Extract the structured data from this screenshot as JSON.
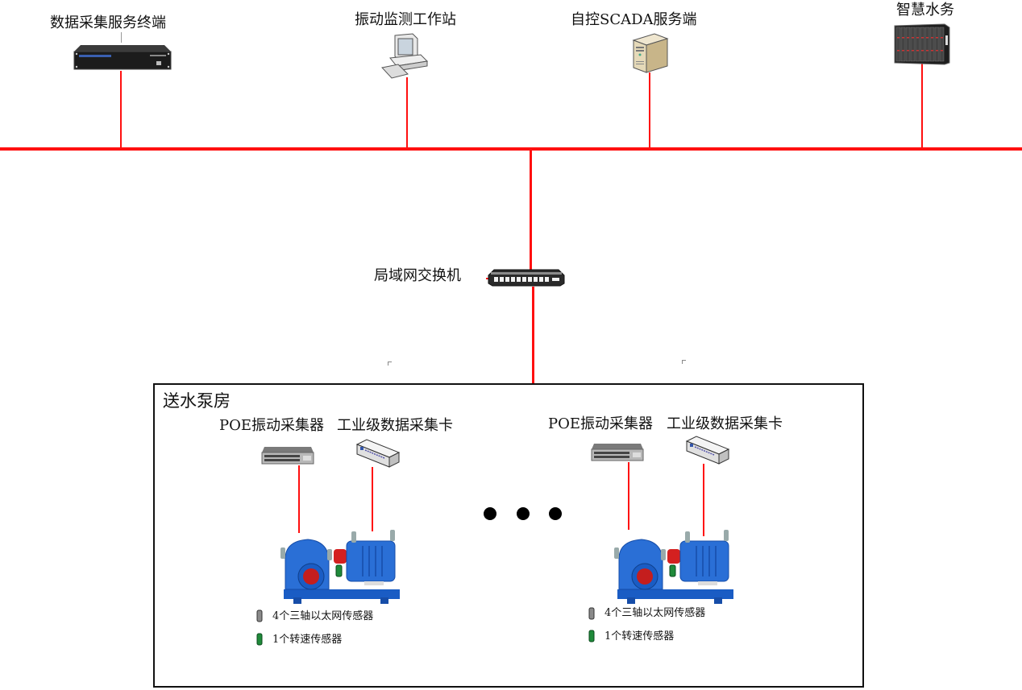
{
  "title": "泵房振动监测系统网络拓扑",
  "top_nodes": [
    {
      "label": "数据采集服务终端",
      "icon": "rack-server-icon"
    },
    {
      "label": "振动监测工作站",
      "icon": "workstation-icon"
    },
    {
      "label": "自控SCADA服务端",
      "icon": "tower-server-icon"
    },
    {
      "label": "智慧水务",
      "icon": "blade-server-icon"
    }
  ],
  "switch": {
    "label": "局域网交换机",
    "icon": "network-switch-icon"
  },
  "pump_room": {
    "title": "送水泵房",
    "units": [
      {
        "collector_label": "POE振动采集器",
        "daq_label": "工业级数据采集卡",
        "sensors": [
          {
            "label": "4个三轴以太网传感器",
            "icon": "triaxial-sensor-icon",
            "color": "#8a8a8a"
          },
          {
            "label": "1个转速传感器",
            "icon": "speed-sensor-icon",
            "color": "#1f8a3a"
          }
        ]
      },
      {
        "collector_label": "POE振动采集器",
        "daq_label": "工业级数据采集卡",
        "sensors": [
          {
            "label": "4个三轴以太网传感器",
            "icon": "triaxial-sensor-icon",
            "color": "#8a8a8a"
          },
          {
            "label": "1个转速传感器",
            "icon": "speed-sensor-icon",
            "color": "#1f8a3a"
          }
        ]
      }
    ],
    "ellipsis": "• • •"
  },
  "colors": {
    "link": "#ff1010",
    "pump": "#1f5fc8",
    "border": "#111111"
  }
}
